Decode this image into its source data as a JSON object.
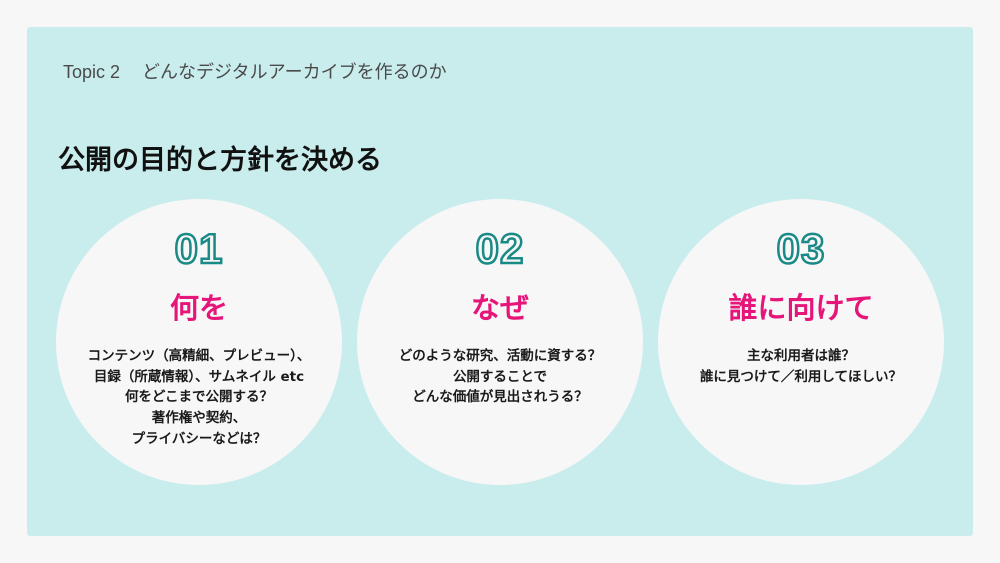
{
  "header": {
    "topic_label": "Topic 2",
    "topic_title": "どんなデジタルアーカイブを作るのか"
  },
  "title": "公開の目的と方針を決める",
  "colors": {
    "panel": "#c9eced",
    "accent": "#e5157a",
    "number": "#1a8a86"
  },
  "circles": [
    {
      "number": "01",
      "heading": "何を",
      "lines": [
        "コンテンツ（高精細、プレビュー）、",
        "目録（所蔵情報）、サムネイル etc",
        "何をどこまで公開する？",
        "著作権や契約、",
        "プライバシーなどは？"
      ]
    },
    {
      "number": "02",
      "heading": "なぜ",
      "lines": [
        "どのような研究、活動に資する？",
        "公開することで",
        "どんな価値が見出されうる？"
      ]
    },
    {
      "number": "03",
      "heading": "誰に向けて",
      "lines": [
        "主な利用者は誰？",
        "誰に見つけて／利用してほしい？"
      ]
    }
  ]
}
